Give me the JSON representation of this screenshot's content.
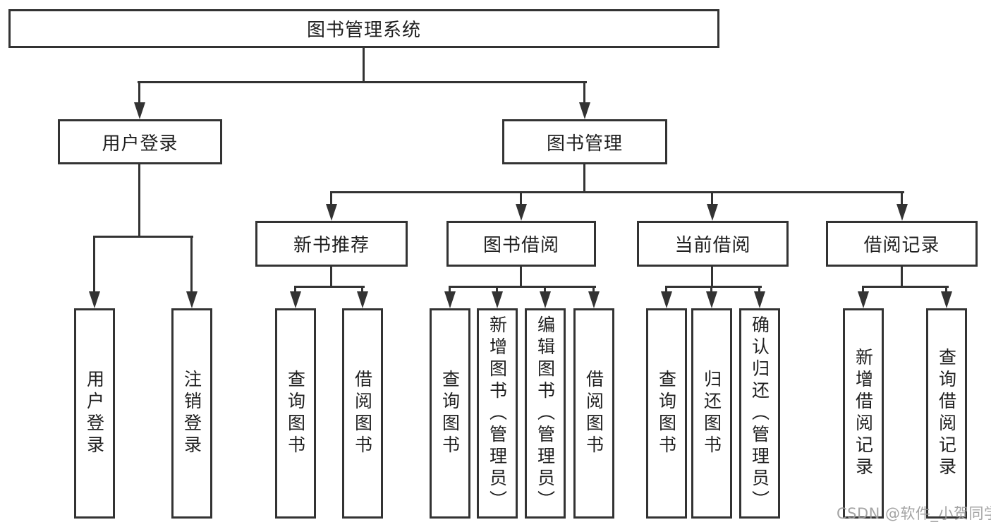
{
  "colors": {
    "line": "#333333",
    "text": "#1f1f1f",
    "background": "#ffffff",
    "watermark": "#9b9b9b"
  },
  "nodes": {
    "root": "图书管理系统",
    "userLogin": "用户登录",
    "bookManage": "图书管理",
    "newBookRec": "新书推荐",
    "bookBorrow": "图书借阅",
    "currentBorrow": "当前借阅",
    "borrowRecord": "借阅记录",
    "leafUserLogin": "用户登录",
    "leafLogout": "注销登录",
    "nbQuery": "查询图书",
    "nbBorrow": "借阅图书",
    "bbQuery": "查询图书",
    "bbAdd": "新增图书（管理员）",
    "bbEdit": "编辑图书（管理员）",
    "bbBorrow": "借阅图书",
    "cbQuery": "查询图书",
    "cbReturn": "归还图书",
    "cbConfirm": "确认归还（管理员）",
    "brAdd": "新增借阅记录",
    "brQuery": "查询借阅记录"
  },
  "structure": {
    "root": "图书管理系统",
    "children": [
      {
        "label": "用户登录",
        "children": [
          "用户登录",
          "注销登录"
        ]
      },
      {
        "label": "图书管理",
        "children": [
          {
            "label": "新书推荐",
            "children": [
              "查询图书",
              "借阅图书"
            ]
          },
          {
            "label": "图书借阅",
            "children": [
              "查询图书",
              "新增图书（管理员）",
              "编辑图书（管理员）",
              "借阅图书"
            ]
          },
          {
            "label": "当前借阅",
            "children": [
              "查询图书",
              "归还图书",
              "确认归还（管理员）"
            ]
          },
          {
            "label": "借阅记录",
            "children": [
              "新增借阅记录",
              "查询借阅记录"
            ]
          }
        ]
      }
    ]
  },
  "watermark": "CSDN @软件_小贺同学"
}
